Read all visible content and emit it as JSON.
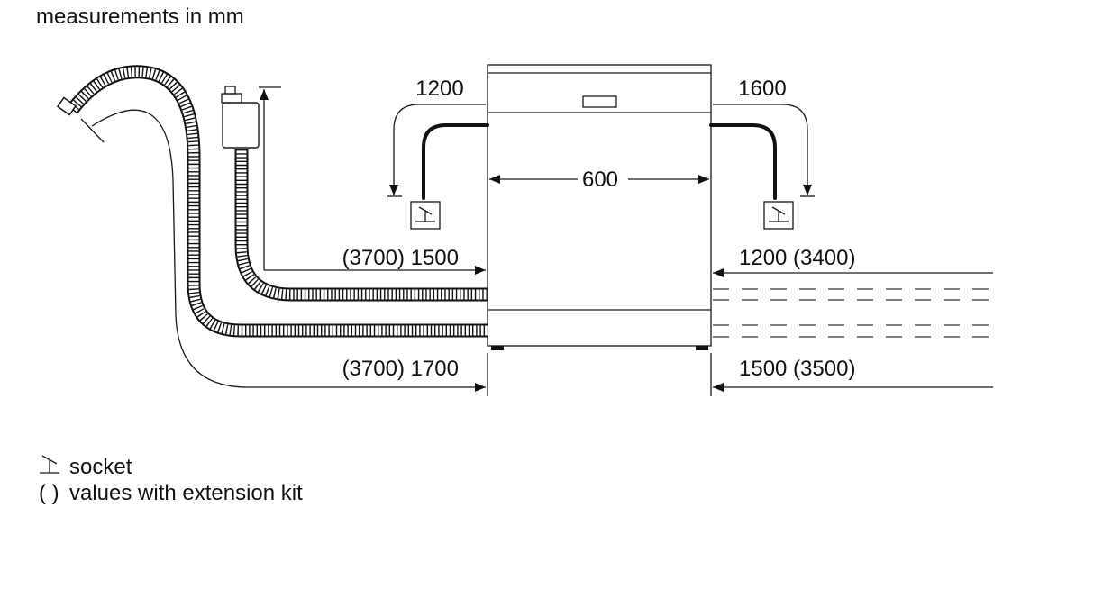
{
  "diagram": {
    "title": "measurements in mm",
    "dims": {
      "width": "600",
      "power_left": "1200",
      "power_right": "1600",
      "inlet_left": "(3700) 1500",
      "inlet_right": "1200 (3400)",
      "drain_left": "(3700) 1700",
      "drain_right": "1500 (3500)"
    },
    "legend": {
      "socket_label": "socket",
      "extension_symbol": "( )",
      "extension_label": "values with extension kit"
    }
  }
}
